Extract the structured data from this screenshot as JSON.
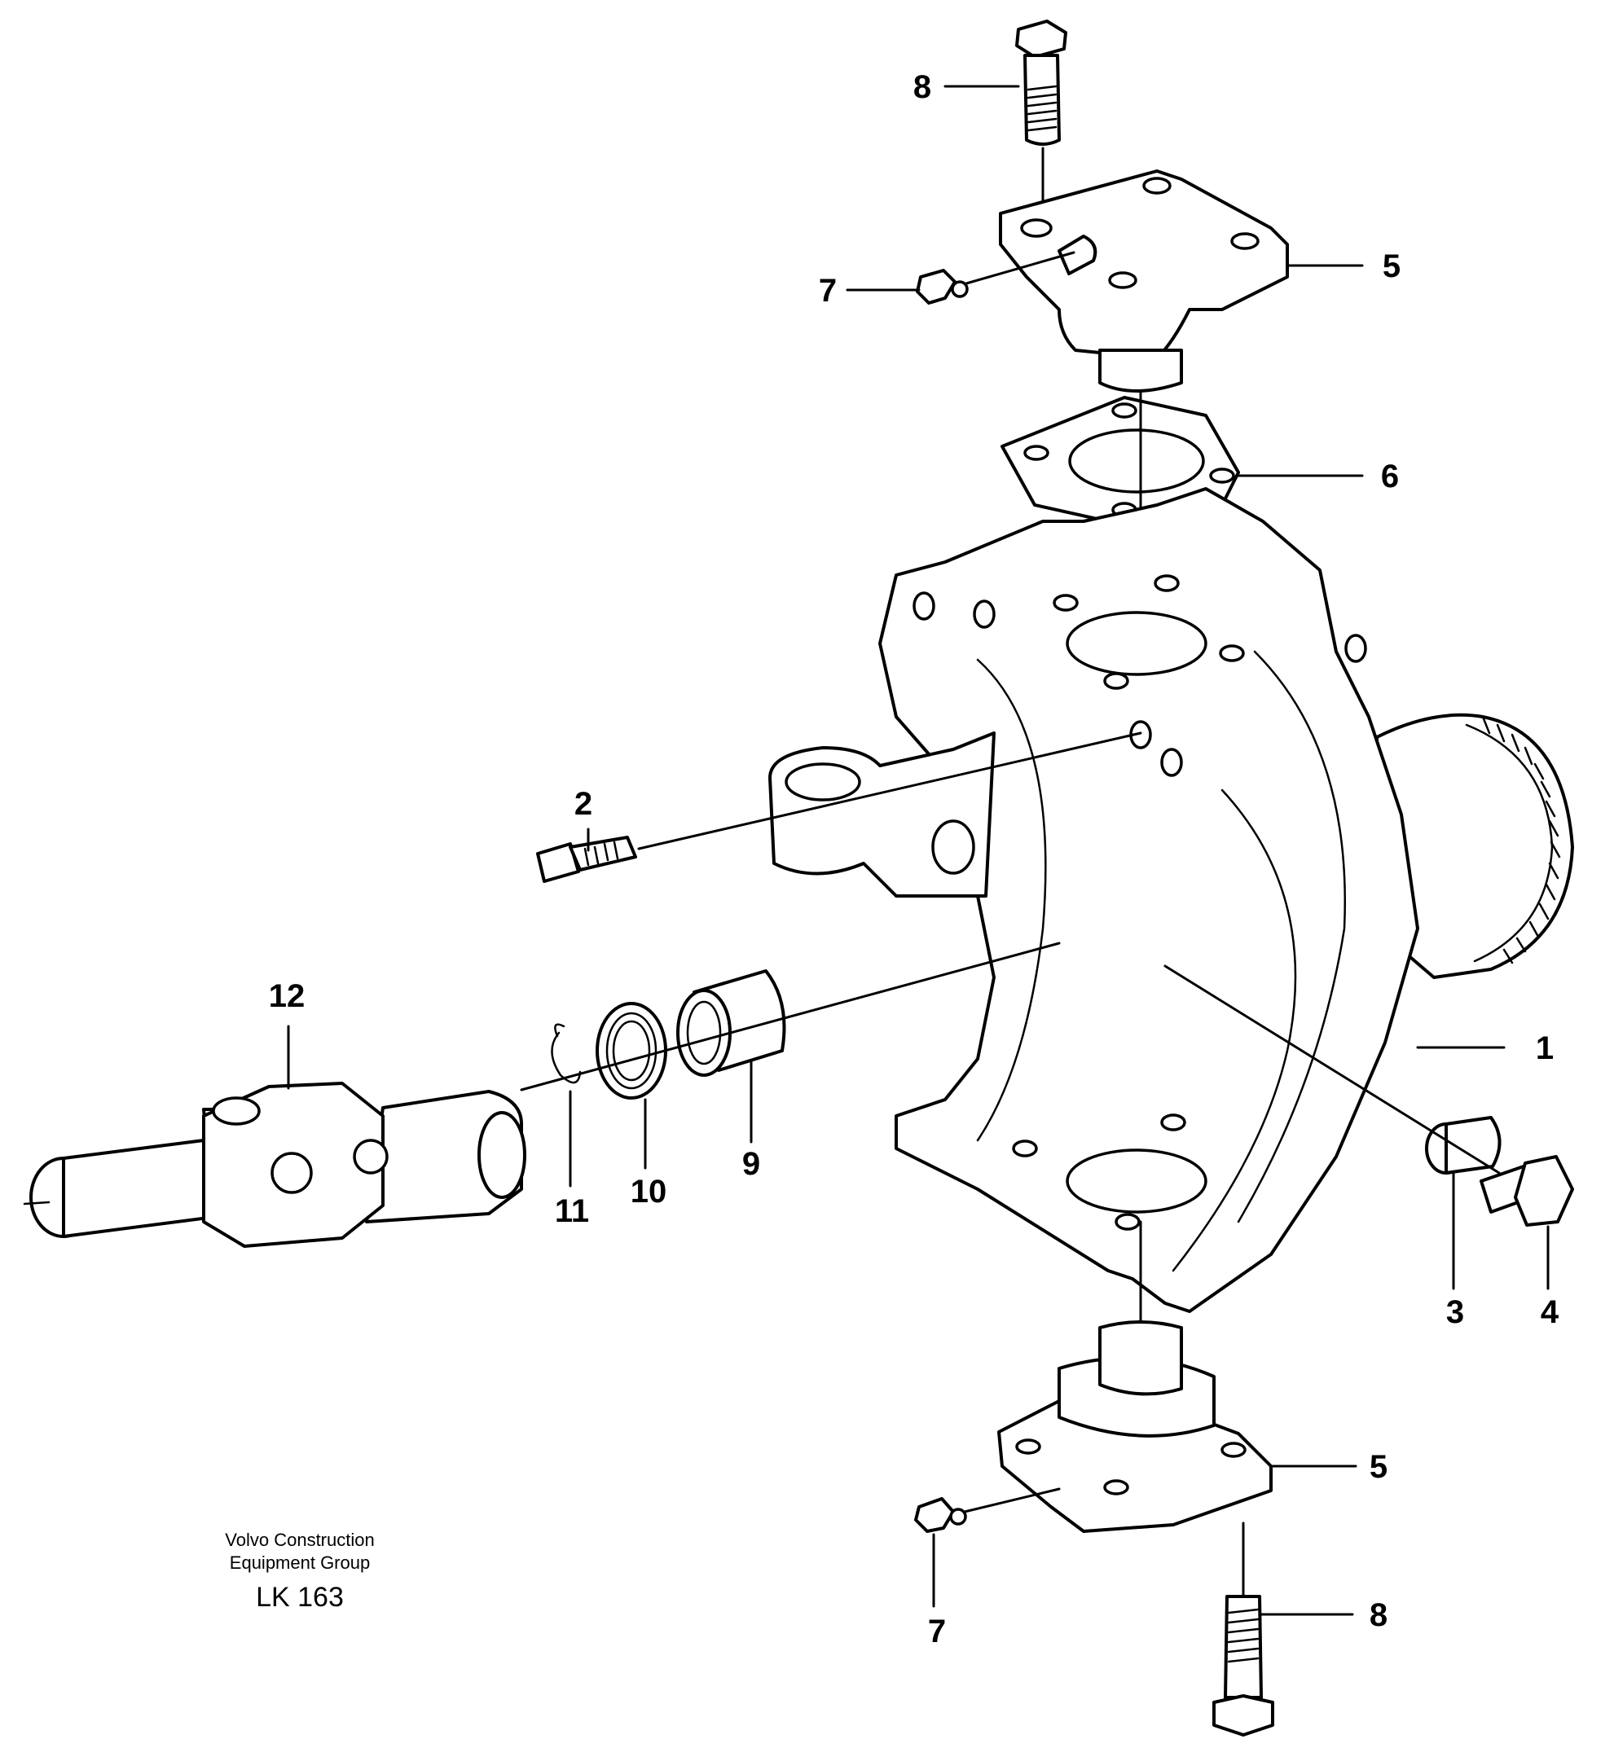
{
  "callouts": {
    "c1": "1",
    "c2": "2",
    "c3": "3",
    "c4": "4",
    "c5_top": "5",
    "c5_bottom": "5",
    "c6": "6",
    "c7_top": "7",
    "c7_bottom": "7",
    "c8_top": "8",
    "c8_bottom": "8",
    "c9": "9",
    "c10": "10",
    "c11": "11",
    "c12": "12"
  },
  "footer": {
    "line1": "Volvo Construction",
    "line2": "Equipment Group",
    "code": "LK 163"
  }
}
